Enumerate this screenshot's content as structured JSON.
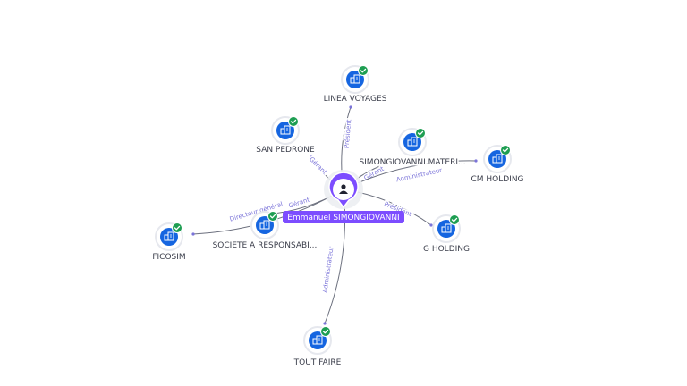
{
  "center": {
    "name": "Emmanuel SIMONGIOVANNI",
    "icon": "person-icon",
    "color": "#7c4dff"
  },
  "companies": [
    {
      "id": "linea",
      "name": "LINEA VOYAGES",
      "role": "Président",
      "icon": "company-icon"
    },
    {
      "id": "pedrone",
      "name": "SAN PEDRONE",
      "role": "Gérant",
      "icon": "company-icon"
    },
    {
      "id": "materi",
      "name": "SIMONGIOVANNI MATERI...",
      "role": "Gérant",
      "icon": "company-icon"
    },
    {
      "id": "cm",
      "name": "CM HOLDING",
      "role": "Administrateur",
      "icon": "company-icon"
    },
    {
      "id": "g",
      "name": "G HOLDING",
      "role": "Président",
      "icon": "company-icon"
    },
    {
      "id": "societe",
      "name": "SOCIETE A RESPONSABI...",
      "role": "Gérant",
      "icon": "company-icon"
    },
    {
      "id": "ficosim",
      "name": "FICOSIM",
      "role": "Directeur général",
      "icon": "company-icon"
    },
    {
      "id": "tout",
      "name": "TOUT FAIRE",
      "role": "Administrateur",
      "icon": "company-icon"
    }
  ],
  "colors": {
    "node_blue": "#1565e0",
    "check_green": "#1e9e52",
    "edge": "#6b6f7d",
    "edge_label": "#7b74d9",
    "halo": "#e6e8ee"
  }
}
